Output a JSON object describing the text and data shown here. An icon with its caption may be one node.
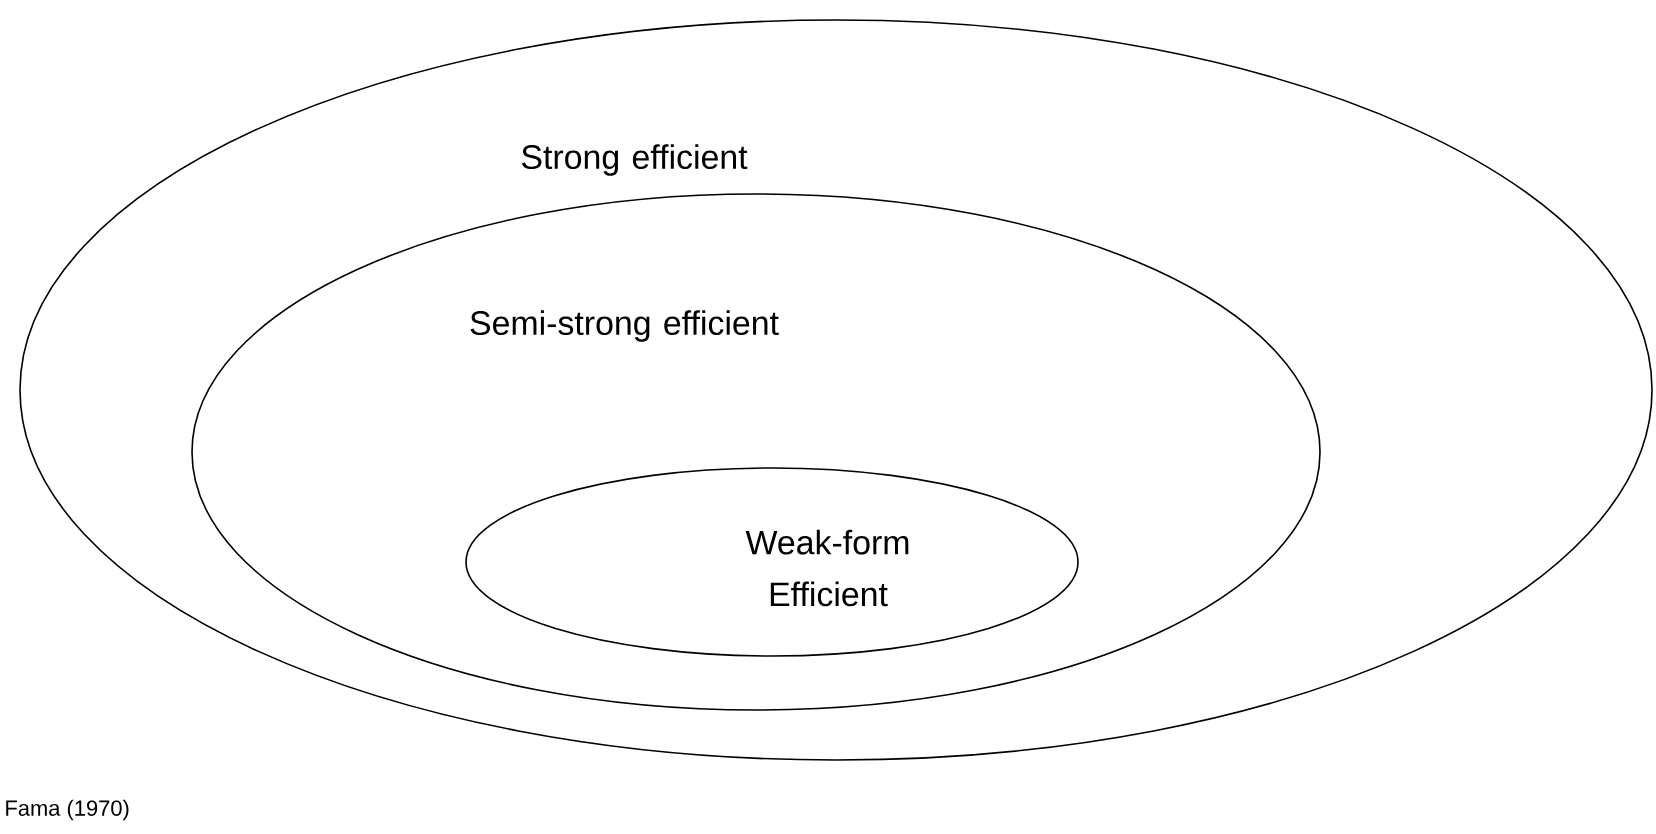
{
  "diagram": {
    "nodes": [
      {
        "text": [
          "Strong efficient"
        ]
      },
      {
        "text": [
          "Semi-strong efficient"
        ],
        "in": 0
      },
      {
        "text": [
          "Weak-form Efficient"
        ],
        "in": 1
      }
    ],
    "labels": [
      "Fama (1970)"
    ]
  }
}
